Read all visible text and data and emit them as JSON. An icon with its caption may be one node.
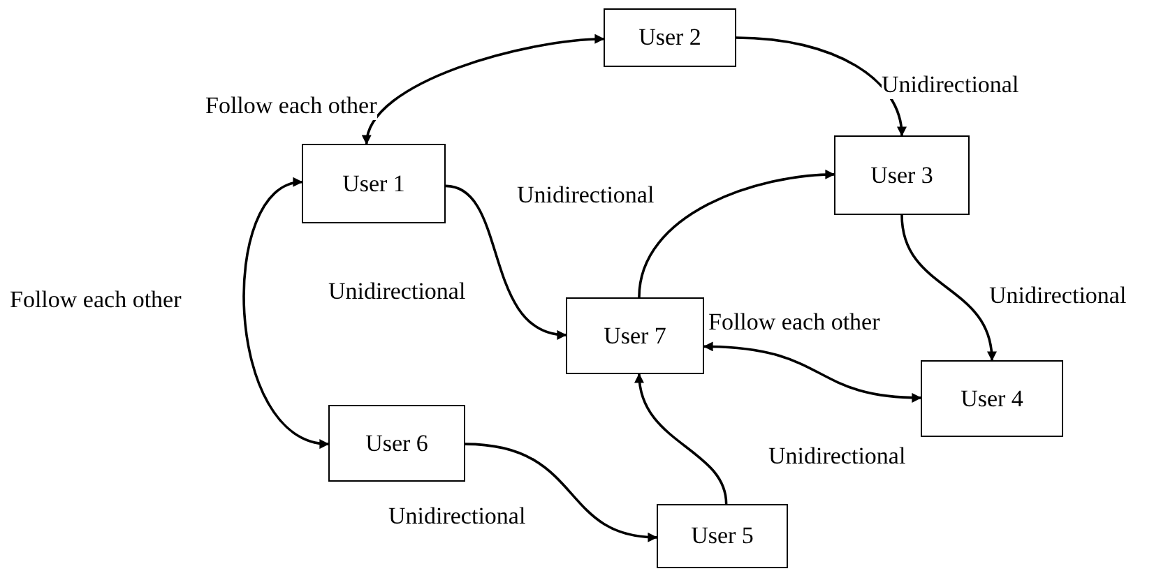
{
  "diagram": {
    "nodes": [
      {
        "text": [
          "User 2"
        ]
      },
      {
        "text": [
          "User 1"
        ]
      },
      {
        "text": [
          "User 3"
        ]
      },
      {
        "text": [
          "User 7"
        ]
      },
      {
        "text": [
          "User 4"
        ]
      },
      {
        "text": [
          "User 6"
        ]
      },
      {
        "text": [
          "User 5"
        ]
      }
    ],
    "edges": [
      {
        "from": 1,
        "to": 0,
        "arrow": "both",
        "label": "Follow each other"
      },
      {
        "from": 0,
        "to": 2,
        "arrow": "to",
        "label": "Unidirectional"
      },
      {
        "from": 1,
        "to": 3,
        "arrow": "to",
        "label": "Unidirectional"
      },
      {
        "from": 3,
        "to": 2,
        "arrow": "to",
        "label": "Unidirectional"
      },
      {
        "from": 2,
        "to": 4,
        "arrow": "to",
        "label": "Unidirectional"
      },
      {
        "from": 3,
        "to": 4,
        "arrow": "both",
        "label": "Follow each other"
      },
      {
        "from": 1,
        "to": 5,
        "arrow": "both",
        "label": "Follow each other"
      },
      {
        "from": 5,
        "to": 6,
        "arrow": "to",
        "label": "Unidirectional"
      },
      {
        "from": 6,
        "to": 3,
        "arrow": "to",
        "label": "Unidirectional"
      }
    ]
  }
}
